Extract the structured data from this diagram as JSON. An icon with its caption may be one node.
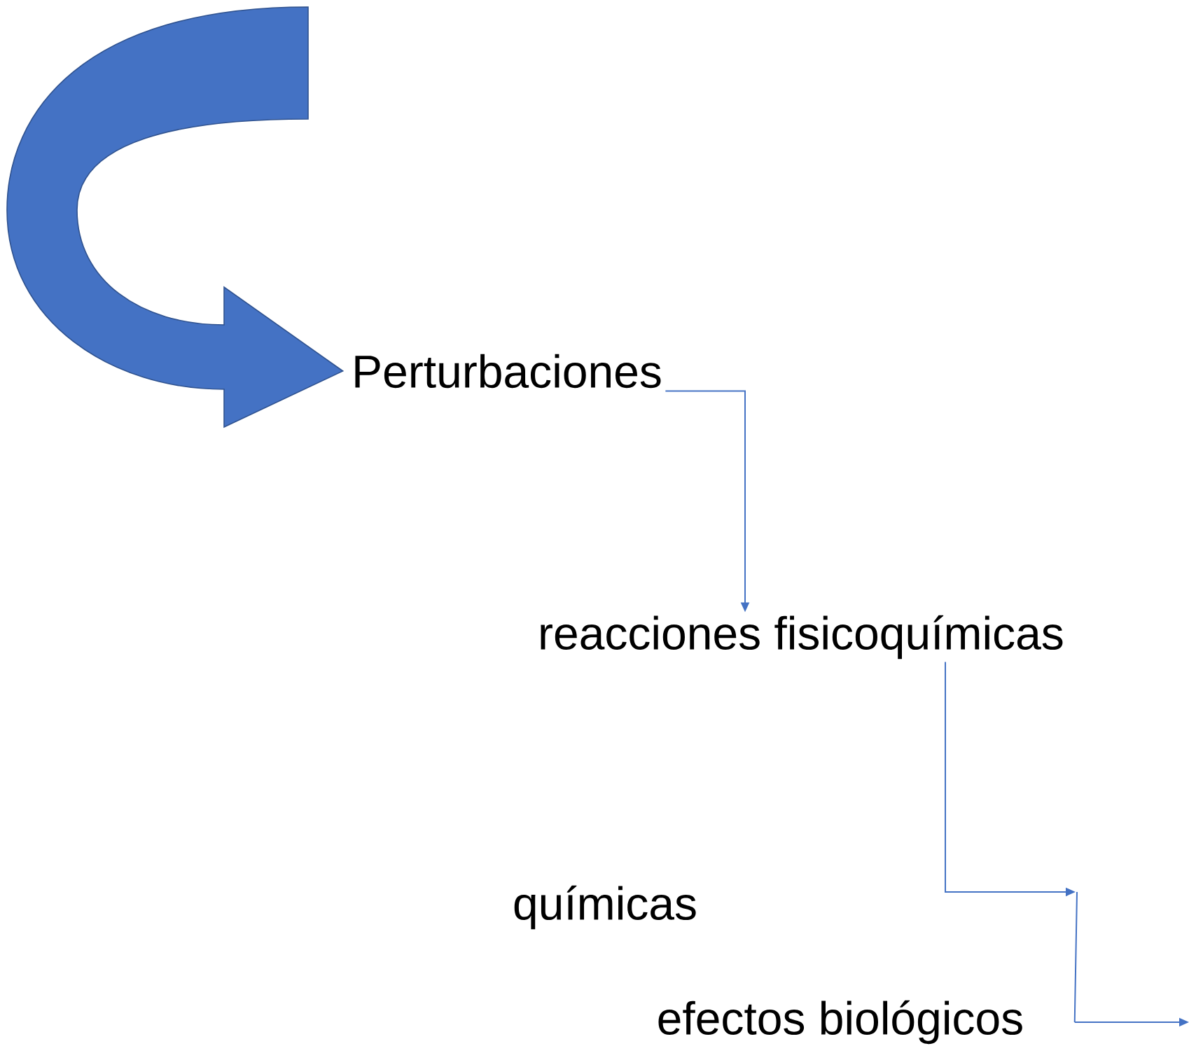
{
  "diagram": {
    "nodes": [
      {
        "text": [
          "Perturbaciones"
        ]
      },
      {
        "text": [
          "reacciones fisicoquímicas"
        ]
      },
      {
        "text": [
          "químicas"
        ]
      },
      {
        "text": [
          "efectos biológicos"
        ]
      }
    ],
    "edges": [
      {
        "from": null,
        "to": 0,
        "arrow": "to",
        "style": "thick"
      },
      {
        "from": 0,
        "to": 1,
        "arrow": "to"
      },
      {
        "from": 1,
        "to": null,
        "arrow": "to"
      },
      {
        "from": 3,
        "to": null,
        "arrow": "to"
      }
    ]
  }
}
